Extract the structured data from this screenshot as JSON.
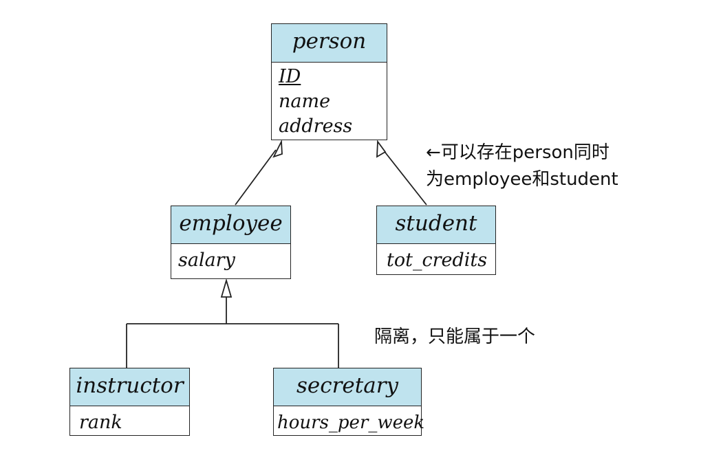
{
  "entities": {
    "person": {
      "name": "person",
      "attributes": [
        "ID",
        "name",
        "address"
      ]
    },
    "employee": {
      "name": "employee",
      "attributes": [
        "salary"
      ]
    },
    "student": {
      "name": "student",
      "attributes": [
        "tot_credits"
      ]
    },
    "instructor": {
      "name": "instructor",
      "attributes": [
        "rank"
      ]
    },
    "secretary": {
      "name": "secretary",
      "attributes": [
        "hours_per_week"
      ]
    }
  },
  "notes": {
    "overlapping_line1": "←可以存在person同时",
    "overlapping_line2": "为employee和student",
    "disjoint": "隔离，只能属于一个"
  }
}
